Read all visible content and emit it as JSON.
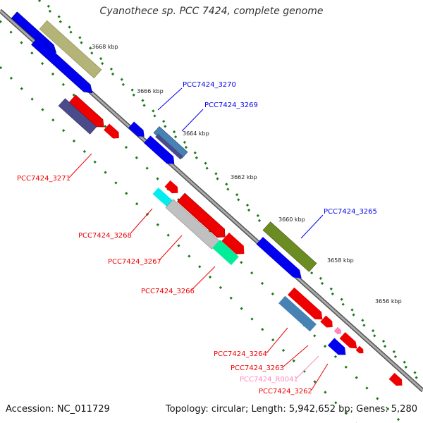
{
  "title": "Cyanothece sp. PCC 7424, complete genome",
  "footer": {
    "accession": "Accession: NC_011729",
    "summary": "Topology: circular; Length: 5,942,652 bp; Genes: 5,280"
  },
  "ticks": [
    "3668 kbp",
    "3666 kbp",
    "3664 kbp",
    "3662 kbp",
    "3660 kbp",
    "3658 kbp",
    "3656 kbp"
  ],
  "labels": {
    "pcc3270": "PCC7424_3270",
    "pcc3269": "PCC7424_3269",
    "pcc3265": "PCC7424_3265",
    "pcc3271": "PCC7424_3271",
    "pcc3268": "PCC7424_3268",
    "pcc3267": "PCC7424_3267",
    "pcc3266": "PCC7424_3266",
    "pcc3264": "PCC7424_3264",
    "pcc3263": "PCC7424_3263",
    "pccR0041": "PCC7424_R0041",
    "pcc3262": "PCC7424_3262"
  },
  "colors": {
    "cds_forward": "#0000ee",
    "cds_reverse": "#ee0000",
    "rna_label": "#ff88bb",
    "backbone": "#888888",
    "dots": "#1a7a1a"
  }
}
